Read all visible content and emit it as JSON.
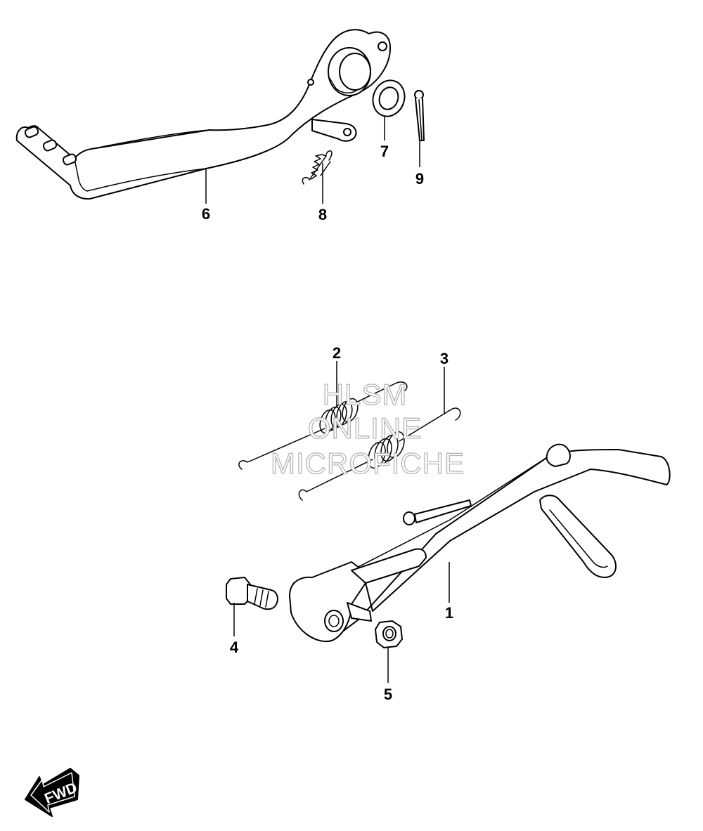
{
  "diagram": {
    "callouts": {
      "p1": "1",
      "p2": "2",
      "p3": "3",
      "p4": "4",
      "p5": "5",
      "p6": "6",
      "p7": "7",
      "p8": "8",
      "p9": "9"
    },
    "watermark": {
      "line1": "HLSM",
      "line2": "ONLINE",
      "line3": "MICROFICHE"
    },
    "direction_arrow": {
      "label": "FWD",
      "icon": "fwd-arrow-icon"
    },
    "colors": {
      "line": "#000000",
      "background": "#ffffff",
      "watermark": "#b5b5b5"
    }
  }
}
